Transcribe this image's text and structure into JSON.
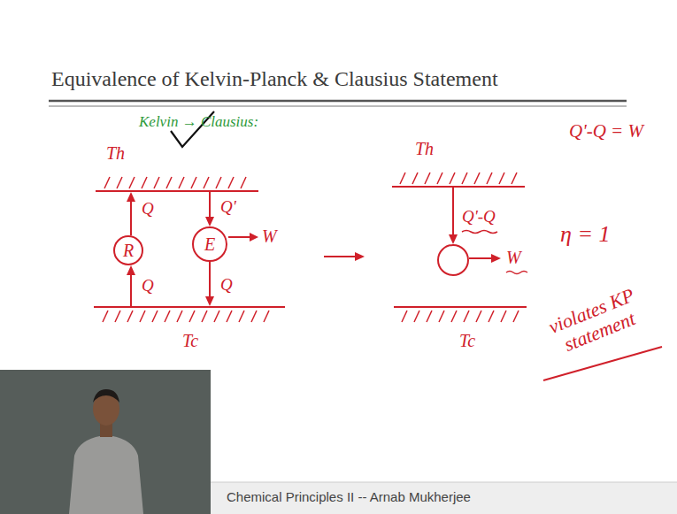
{
  "diagram": {
    "title": "Equivalence of Kelvin-Planck & Clausius Statement",
    "caption": "Chemical Principles II -- Arnab Mukherjee",
    "nodes": [
      {
        "text": [
          "Th"
        ]
      },
      {
        "text": [
          "R"
        ]
      },
      {
        "text": [
          "E"
        ]
      },
      {
        "text": [
          "Tc"
        ]
      },
      {
        "text": [
          "Th"
        ]
      },
      {
        "text": [
          "Tc"
        ]
      }
    ],
    "edges": [
      {
        "from": 3,
        "to": 1,
        "arrow": "to",
        "label": "Q"
      },
      {
        "from": 1,
        "to": 0,
        "arrow": "to",
        "label": "Q"
      },
      {
        "from": 0,
        "to": 2,
        "arrow": "to",
        "label": "Q'"
      },
      {
        "from": 2,
        "to": 3,
        "arrow": "to",
        "label": "Q"
      }
    ],
    "labels": [
      "Kelvin → Clausius:",
      "W",
      "Q'-Q",
      "W",
      "Q'-Q = W",
      "η = 1",
      "violates KP statement"
    ]
  }
}
